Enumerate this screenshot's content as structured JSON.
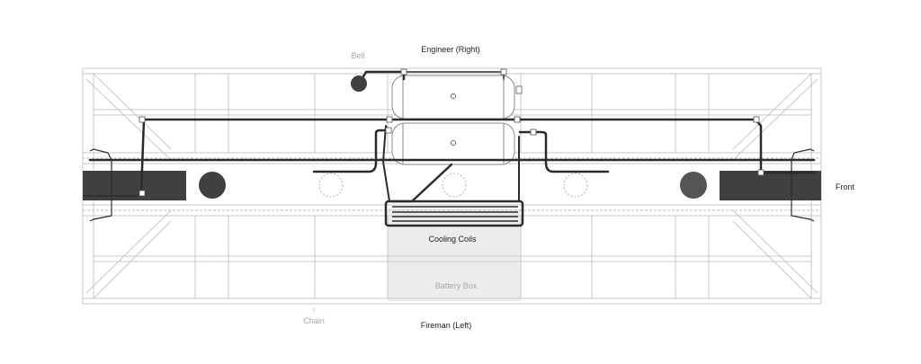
{
  "labels": {
    "engineer": "Engineer (Right)",
    "fireman": "Fireman (Left)",
    "bell": "Bell",
    "front": "Front",
    "cooling_coils": "Cooling Coils",
    "battery_box": "Battery Box",
    "chain": "Chain",
    "chain_arrow": "↑"
  },
  "colors": {
    "frame_stroke": "#c8c8c8",
    "pipe": "#2b2b2b",
    "block_fill": "#404040",
    "battery_fill": "#ececec",
    "tank_stroke": "#8a8a8a"
  }
}
